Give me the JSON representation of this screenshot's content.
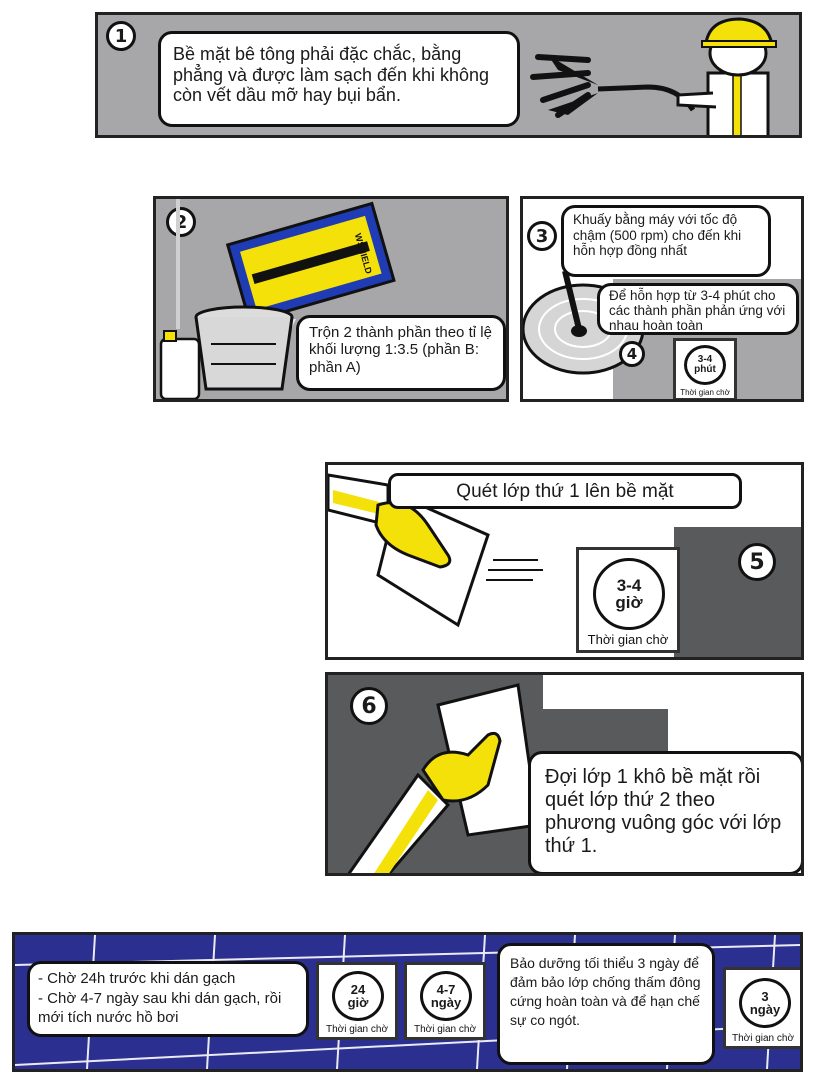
{
  "step1": {
    "number": "1",
    "text": "Bề mặt bê tông phải đặc chắc, bằng phẳng và được làm sạch đến khi không còn vết dầu mỡ hay bụi bẩn."
  },
  "step2": {
    "number": "2",
    "bag_brand": "WSHIELD",
    "text": "Trộn 2 thành phần  theo tỉ lệ khối lượng 1:3.5 (phần B: phần A)"
  },
  "step3": {
    "number": "3",
    "text": "Khuấy bằng máy với tốc độ chậm (500 rpm) cho đến khi hỗn hợp đồng nhất"
  },
  "step4": {
    "number": "4",
    "text": "Để hỗn hợp từ 3-4 phút cho các thành phần phản ứng với nhau hoàn toàn",
    "clock_value": "3-4",
    "clock_unit": "phút",
    "clock_caption": "Thời gian chờ"
  },
  "step5": {
    "number": "5",
    "text": "Quét lớp thứ 1 lên bề mặt",
    "clock_value": "3-4",
    "clock_unit": "giờ",
    "clock_caption": "Thời gian chờ"
  },
  "step6": {
    "number": "6",
    "text": "Đợi lớp 1 khô bề mặt rồi quét lớp thứ 2 theo phương vuông góc với lớp thứ 1."
  },
  "bottom": {
    "line1": "- Chờ 24h trước khi dán gạch",
    "line2": "- Chờ 4-7 ngày sau khi dán gạch, rồi mới tích nước hồ bơi",
    "clock1_value": "24",
    "clock1_unit": "giờ",
    "clock2_value": "4-7",
    "clock2_unit": "ngày",
    "curing_text": "Bảo dưỡng tối thiểu 3 ngày để đảm bảo lớp chống thấm đông cứng hoàn toàn và để hạn chế sự co ngót.",
    "clock3_value": "3",
    "clock3_unit": "ngày",
    "clock_caption": "Thời gian chờ"
  },
  "colors": {
    "panel_gray": "#a7a7a9",
    "yellow": "#f5e10a",
    "dark_gray": "#595a5c",
    "pool_blue": "#2b2f8f",
    "bag_blue": "#1f3cb4"
  }
}
